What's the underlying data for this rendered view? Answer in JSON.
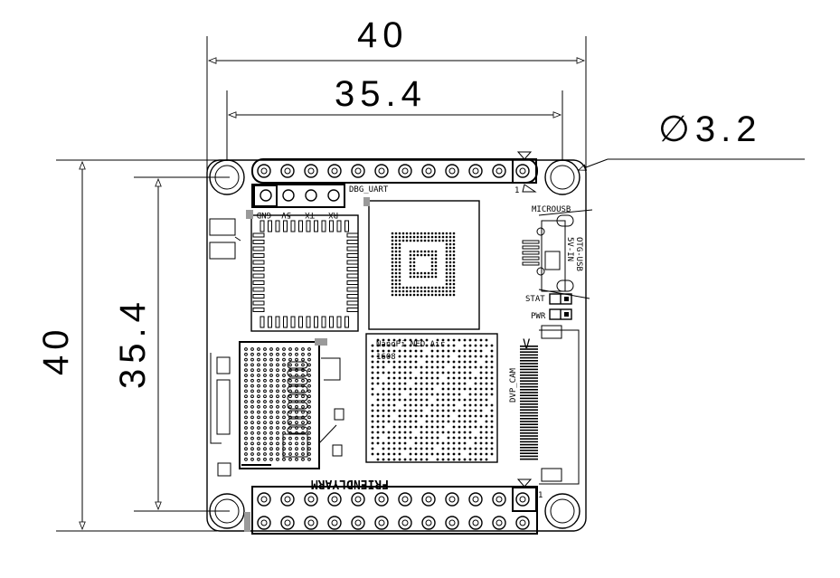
{
  "dimensions": {
    "overall_width": "40",
    "hole_spacing_width": "35.4",
    "overall_height": "40",
    "hole_spacing_height": "35.4",
    "hole_diameter": "∅3.2"
  },
  "labels": {
    "dbg_uart": "DBG_UART",
    "gnd": "GND",
    "v5": "5V",
    "tx": "TX",
    "rx": "RX",
    "microusb": "MICROUSB",
    "stat": "STAT",
    "pwr": "PWR",
    "dvp_cam": "DVP_CAM",
    "board_name": "NanoPi NEO Air",
    "board_date": "1608",
    "brand": "FRIENDLYARM",
    "v_marker": "V",
    "pin1_top": "1",
    "pin1_bottom": "1",
    "usb_side_a": "OTG-USB",
    "usb_side_b": "5V-IN"
  },
  "colors": {
    "line": "#000000",
    "background": "#ffffff",
    "pad_gray": "#9a9a9a"
  }
}
